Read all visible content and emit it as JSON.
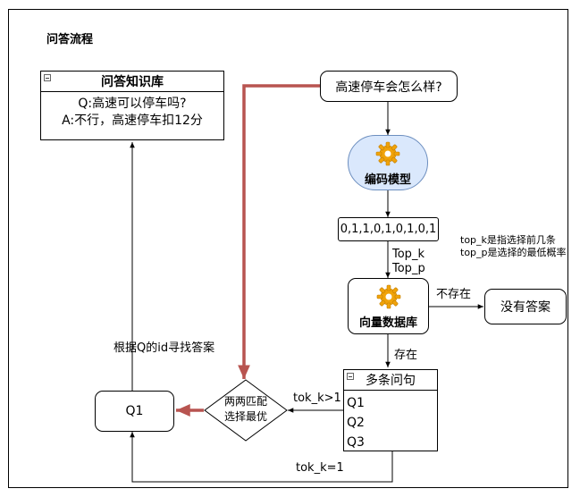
{
  "title": "问答流程",
  "knowledge_base": {
    "title": "问答知识库",
    "question": "Q:高速可以停车吗?",
    "answer": "A:不行，高速停车扣12分"
  },
  "query": "高速停车会怎么样?",
  "encoder": {
    "label": "编码模型",
    "icon": "gear-icon"
  },
  "vector": "0,1,1,0,1,0,1,0,1",
  "params": {
    "top_k": "Top_k",
    "top_p": "Top_p"
  },
  "note": {
    "line1": "top_k是指选择前几条",
    "line2": "top_p是选择的最低概率"
  },
  "vector_db": {
    "label": "向量数据库",
    "icon": "gear-icon"
  },
  "edges": {
    "not_exist": "不存在",
    "exist": "存在",
    "tok_gt1": "tok_k>1",
    "tok_eq1": "tok_k=1",
    "find_by_id": "根据Q的id寻找答案"
  },
  "no_answer": "没有答案",
  "multi_q": {
    "title": "多条问句",
    "items": [
      "Q1",
      "Q2",
      "Q3"
    ]
  },
  "diamond": {
    "line1": "两两匹配",
    "line2": "选择最优"
  },
  "q1_box": "Q1",
  "colors": {
    "highlight": "#b85450",
    "gear": "#f0a30a",
    "encoder_fill": "#dae8fc"
  }
}
